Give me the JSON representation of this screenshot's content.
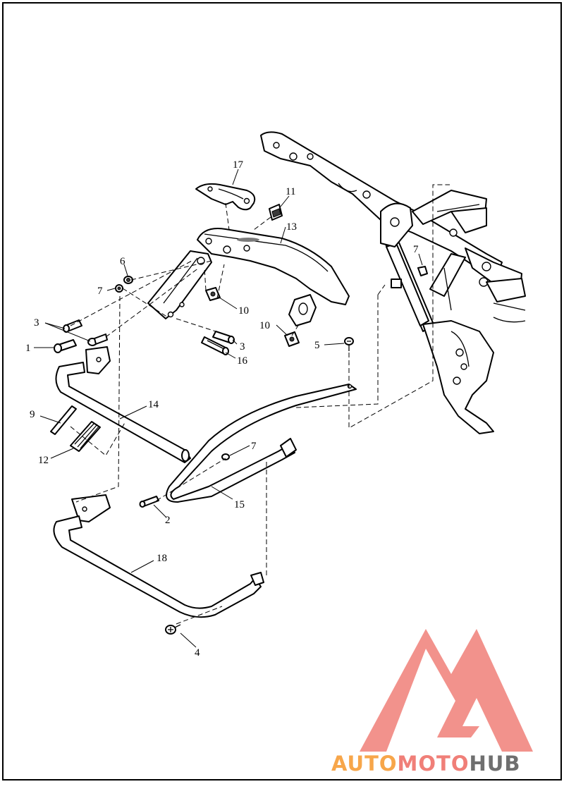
{
  "callouts": {
    "c1": "1",
    "c2": "2",
    "c3a": "3",
    "c3b": "3",
    "c4": "4",
    "c5": "5",
    "c6": "6",
    "c7a": "7",
    "c7b": "7",
    "c7c": "7",
    "c9": "9",
    "c10a": "10",
    "c10b": "10",
    "c11": "11",
    "c12": "12",
    "c13": "13",
    "c14": "14",
    "c15": "15",
    "c16": "16",
    "c17": "17",
    "c18": "18"
  },
  "watermark": {
    "part1": "AUTO",
    "part2": "MOTO",
    "part3": "HUB",
    "color_orange": "#f7a64a",
    "color_red": "#f07f78",
    "color_gray": "#6f6f6f"
  }
}
